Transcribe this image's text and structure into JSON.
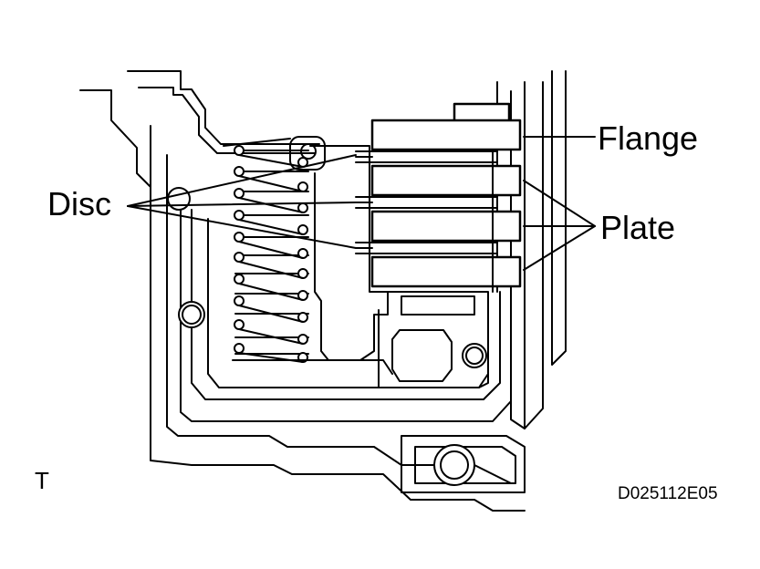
{
  "labels": {
    "disc": "Disc",
    "flange": "Flange",
    "plate": "Plate",
    "view_mark": "T",
    "figure_code": "D025112E05"
  },
  "colors": {
    "ink": "#000000",
    "background": "#ffffff"
  }
}
